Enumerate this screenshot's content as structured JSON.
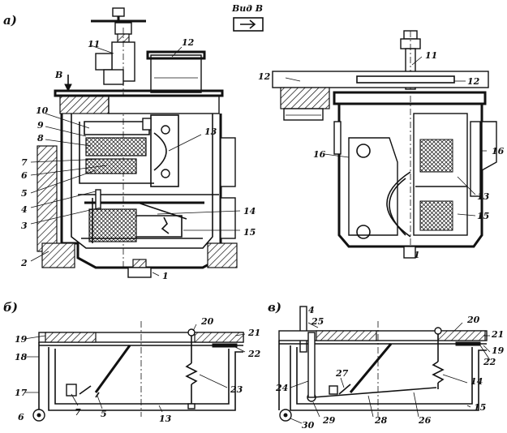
{
  "panel_labels": {
    "a": "а)",
    "b": "б)",
    "v": "в)"
  },
  "view": {
    "title": "Вид В",
    "arrow_letter": "В"
  },
  "panel_a_left_callouts": [
    "11",
    "12",
    "10",
    "9",
    "8",
    "7",
    "6",
    "5",
    "4",
    "3",
    "2",
    "1",
    "13",
    "14",
    "15"
  ],
  "panel_a_right_callouts": [
    "11",
    "12",
    "12",
    "16",
    "16",
    "13",
    "15",
    "1"
  ],
  "panel_b_callouts": [
    "19",
    "18",
    "17",
    "6",
    "7",
    "5",
    "13",
    "20",
    "21",
    "22",
    "23"
  ],
  "panel_v_callouts": [
    "4",
    "25",
    "20",
    "21",
    "19",
    "22",
    "24",
    "27",
    "14",
    "15",
    "30",
    "29",
    "28",
    "26"
  ]
}
